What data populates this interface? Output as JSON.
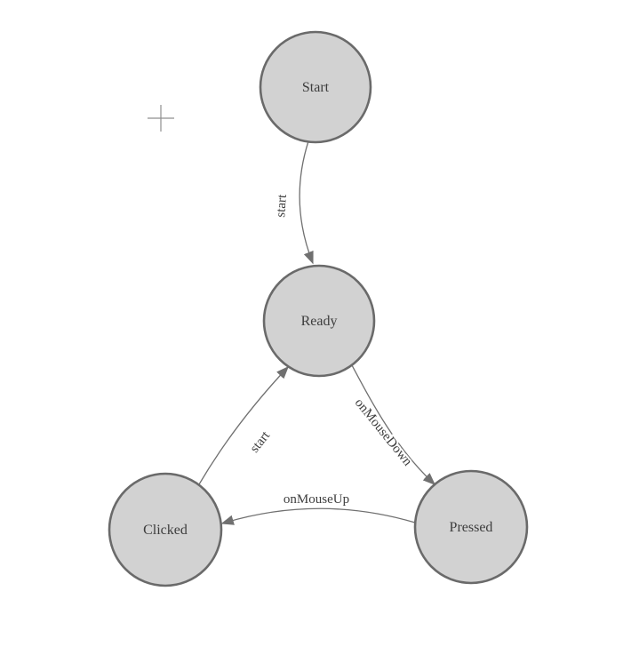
{
  "colors": {
    "node_fill": "#d2d2d2",
    "node_stroke": "#6a6a6a",
    "edge_stroke": "#707070",
    "label_text": "#3d3d3d",
    "crosshair": "#8f8f8f"
  },
  "nodes": [
    {
      "id": "start",
      "label": "Start"
    },
    {
      "id": "ready",
      "label": "Ready"
    },
    {
      "id": "clicked",
      "label": "Clicked"
    },
    {
      "id": "pressed",
      "label": "Pressed"
    }
  ],
  "edges": [
    {
      "from": "Start",
      "to": "Ready",
      "label": "start"
    },
    {
      "from": "Ready",
      "to": "Pressed",
      "label": "onMouseDown"
    },
    {
      "from": "Pressed",
      "to": "Clicked",
      "label": "onMouseUp"
    },
    {
      "from": "Clicked",
      "to": "Ready",
      "label": "start"
    }
  ]
}
